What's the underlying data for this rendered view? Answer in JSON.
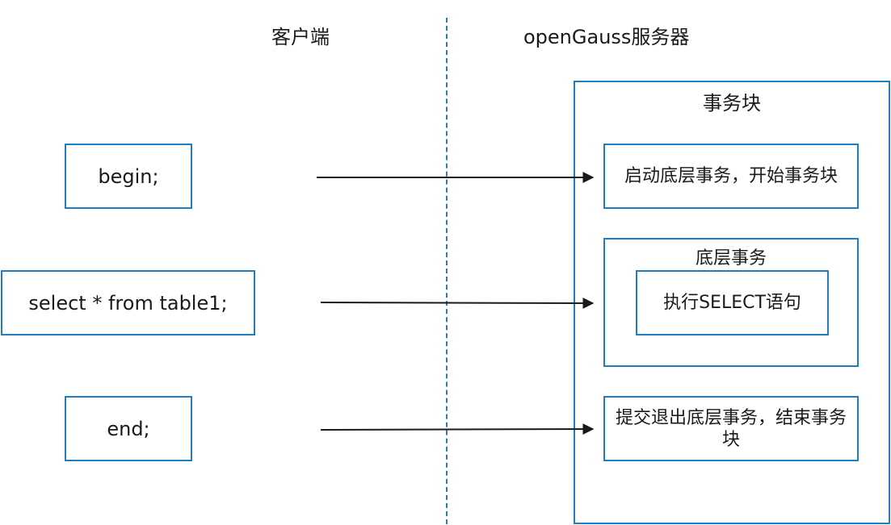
{
  "headers": {
    "client": "客户端",
    "server": "openGauss服务器"
  },
  "client_commands": [
    "begin;",
    "select * from table1;",
    "end;"
  ],
  "server_block": {
    "title": "事务块",
    "start_box": "启动底层事务，开始事务块",
    "underlying_box": {
      "title": "底层事务",
      "inner": "执行SELECT语句"
    },
    "end_box": "提交退出底层事务，结束事务块"
  },
  "colors": {
    "box_border": "#1f7dc1",
    "divider": "#2b7ea8",
    "arrow": "#1a1a1a"
  }
}
